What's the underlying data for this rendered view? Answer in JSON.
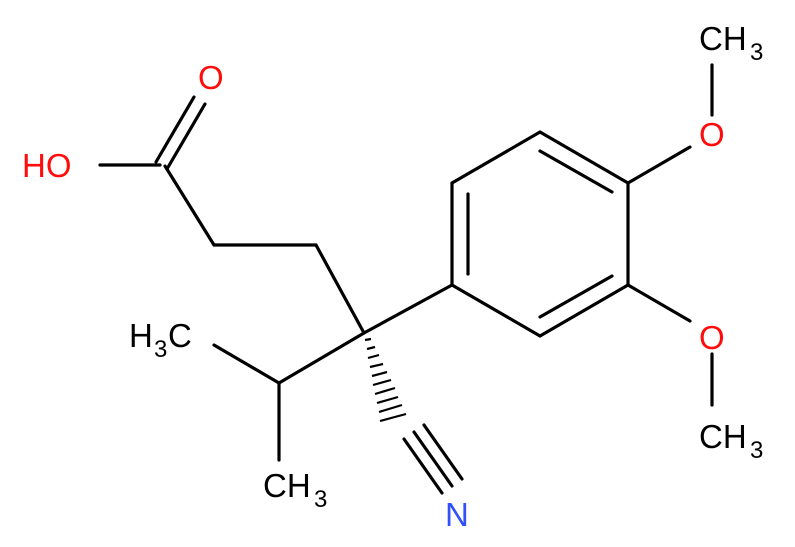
{
  "molecule": {
    "colors": {
      "carbon": "#000000",
      "oxygen": "#ff0d0d",
      "nitrogen": "#3050f8"
    },
    "labels": {
      "hydroxyl": "HO",
      "carbonyl_oxygen": "O",
      "methoxy_top_oxygen": "O",
      "methoxy_top_methyl": "CH",
      "methoxy_bottom_oxygen": "O",
      "methoxy_bottom_methyl": "CH",
      "isopropyl_methyl_left": "H",
      "isopropyl_methyl_left_c": "C",
      "isopropyl_methyl_bottom": "CH",
      "nitrile_nitrogen": "N",
      "subscript_3": "3"
    }
  }
}
